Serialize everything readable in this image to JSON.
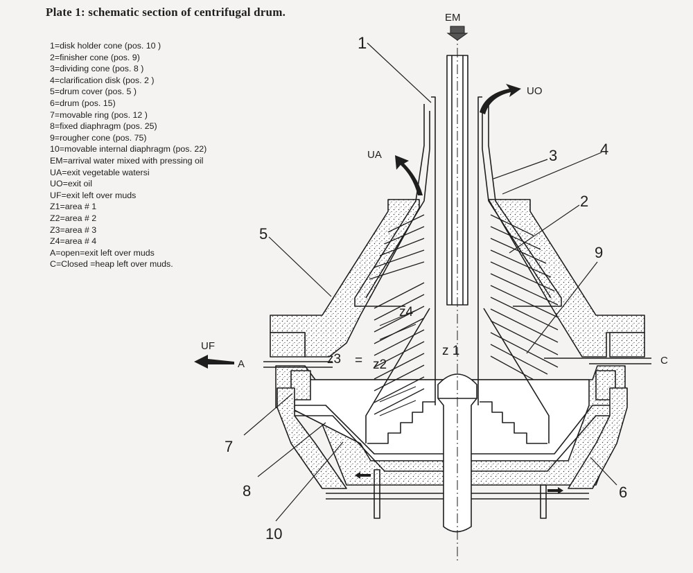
{
  "title": "Plate 1: schematic section of centrifugal drum.",
  "legend": [
    "1=disk holder cone (pos. 10 )",
    "2=finisher cone (pos. 9)",
    "3=dividing cone (pos. 8 )",
    "4=clarification disk (pos. 2 )",
    "5=drum cover (pos. 5 )",
    "6=drum (pos. 15)",
    "7=movable ring (pos. 12 )",
    "8=fixed diaphragm (pos.  25)",
    "9=rougher cone (pos. 75)",
    "10=movable internal diaphragm (pos. 22)",
    "EM=arrival water mixed with pressing oil",
    "UA=exit vegetable watersi",
    "UO=exit oil",
    "UF=exit left over muds",
    "Z1=area # 1",
    "Z2=area # 2",
    "Z3=area # 3",
    "Z4=area # 4",
    "A=open=exit left over muds",
    "C=Closed =heap left over muds."
  ],
  "labels": {
    "em": "EM",
    "uo": "UO",
    "ua": "UA",
    "uf": "UF",
    "a": "A",
    "c": "C",
    "z1": "z 1",
    "z2": "z2",
    "z3": "z3",
    "z4": "z4",
    "eq": "=",
    "n1": "1",
    "n2": "2",
    "n3": "3",
    "n4": "4",
    "n5": "5",
    "n6": "6",
    "n7": "7",
    "n8": "8",
    "n9": "9",
    "n10": "10"
  },
  "colors": {
    "ink": "#1e1e1e",
    "paper": "#f4f3f1",
    "stipple": "#3a3a3a"
  },
  "icons": [
    "inlet-arrow-icon",
    "outlet-arrow-icon",
    "flow-arrow-icon"
  ]
}
